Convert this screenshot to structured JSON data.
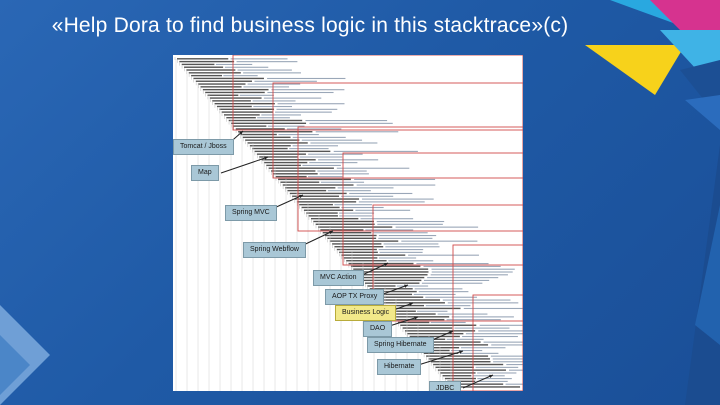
{
  "slide": {
    "title": "«Help Dora to find business logic in this stacktrace»(c)"
  },
  "colors": {
    "background": "#1f5aa6",
    "accent_cyan": "#29a8e0",
    "accent_magenta": "#d6338f",
    "accent_yellow": "#f7d21b",
    "label_bg": "#a9c7d6",
    "label_highlight": "#f2e98a",
    "frame_red": "#d24a4a"
  },
  "stacktrace_labels": [
    {
      "id": "tomcat",
      "text": "Tomcat / Jboss"
    },
    {
      "id": "map",
      "text": "Map"
    },
    {
      "id": "spring-mvc",
      "text": "Spring MVC"
    },
    {
      "id": "spring-webflow",
      "text": "Spring Webflow"
    },
    {
      "id": "mvc-action",
      "text": "MVC Action"
    },
    {
      "id": "aop-tx-proxy",
      "text": "AOP TX Proxy"
    },
    {
      "id": "business-logic",
      "text": "Business Logic"
    },
    {
      "id": "dao",
      "text": "DAO"
    },
    {
      "id": "spring-hibernate",
      "text": "Spring Hibernate"
    },
    {
      "id": "hibernate",
      "text": "Hibernate"
    },
    {
      "id": "jdbc",
      "text": "JDBC"
    }
  ]
}
